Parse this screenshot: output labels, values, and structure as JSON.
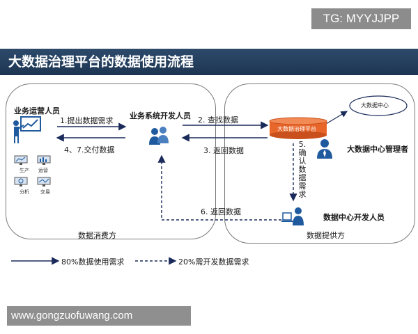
{
  "badge": "TG: MYYJJPP",
  "title": "大数据治理平台的数据使用流程",
  "left_panel": {
    "ops_person": "业务运营人员",
    "caption": "数据消费方",
    "mini_labels": [
      "生产",
      "运营",
      "分析",
      "交易"
    ]
  },
  "dev_person": "业务系统开发人员",
  "right_panel": {
    "platform": "大数据治理平台",
    "datacenter": "大数据中心",
    "admin": "大数据中心管理者",
    "dev": "数据中心开发人员",
    "caption": "数据提供方"
  },
  "steps": {
    "s1": "1.提出数据需求",
    "s2": "2. 查找数据",
    "s3": "3. 返回数据",
    "s47": "4、7.交付数据",
    "s5": "5.确认数据需求",
    "s6": "6. 返回数据"
  },
  "legend": {
    "solid": "80%数据使用需求",
    "dashed": "20%需开发数据需求"
  },
  "watermark": "www.gongzuofuwang.com",
  "colors": {
    "title_bg": "#1d3552",
    "platform": "#e8662a",
    "people": "#1f5a9e",
    "line": "#1a2a5a"
  }
}
